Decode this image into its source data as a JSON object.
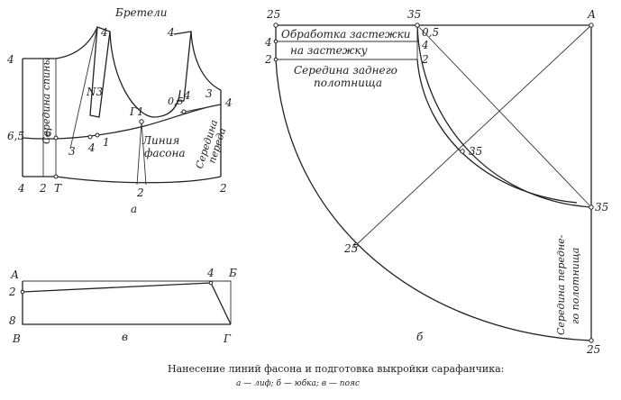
{
  "labels": {
    "a": {
      "straps": "Бретели",
      "back_center": "Середина спины",
      "n3": "N3",
      "style_line_1": "Линия",
      "style_line_2": "фасона",
      "front_center_1": "Середина",
      "front_center_2": "переда",
      "g1": "Г1",
      "letter": "а",
      "n4_left": "4",
      "n4_strap_l": "4",
      "n4_strap_r": "4",
      "n4_r1": "4",
      "n4_r2": "4",
      "n4_bl": "4",
      "n4_dart": "4",
      "n1": "1",
      "n3_dart": "3",
      "n3_r": "3",
      "n05": "0,5",
      "n65": "6,5",
      "n6": "6",
      "n2_b1": "2",
      "n2_b2": "2",
      "n2_b3": "2",
      "t": "Т"
    },
    "b": {
      "n25_tl": "25",
      "n35_t": "35",
      "a_corner": "А",
      "zip_1": "Обработка застежки",
      "zip_2": "на застежку",
      "n4_l": "4",
      "n2_l": "2",
      "n4_r": "4",
      "n2_r": "2",
      "n05": "0,5",
      "back_panel_1": "Середина заднего",
      "back_panel_2": "полотнища",
      "n35_mid": "35",
      "n35_r": "35",
      "n25_mid": "25",
      "front_panel_1": "Середина передне-",
      "front_panel_2": "го полотнища",
      "n25_br": "25",
      "letter": "б"
    },
    "v": {
      "a": "А",
      "b": "Б",
      "v": "В",
      "g": "Г",
      "n2": "2",
      "n8": "8",
      "n4": "4",
      "letter": "в"
    }
  },
  "caption": {
    "title": "Нанесение линий фасона и подготовка выкройки сарафанчика:",
    "legend": "а — лиф; б — юбка; в — пояс"
  }
}
